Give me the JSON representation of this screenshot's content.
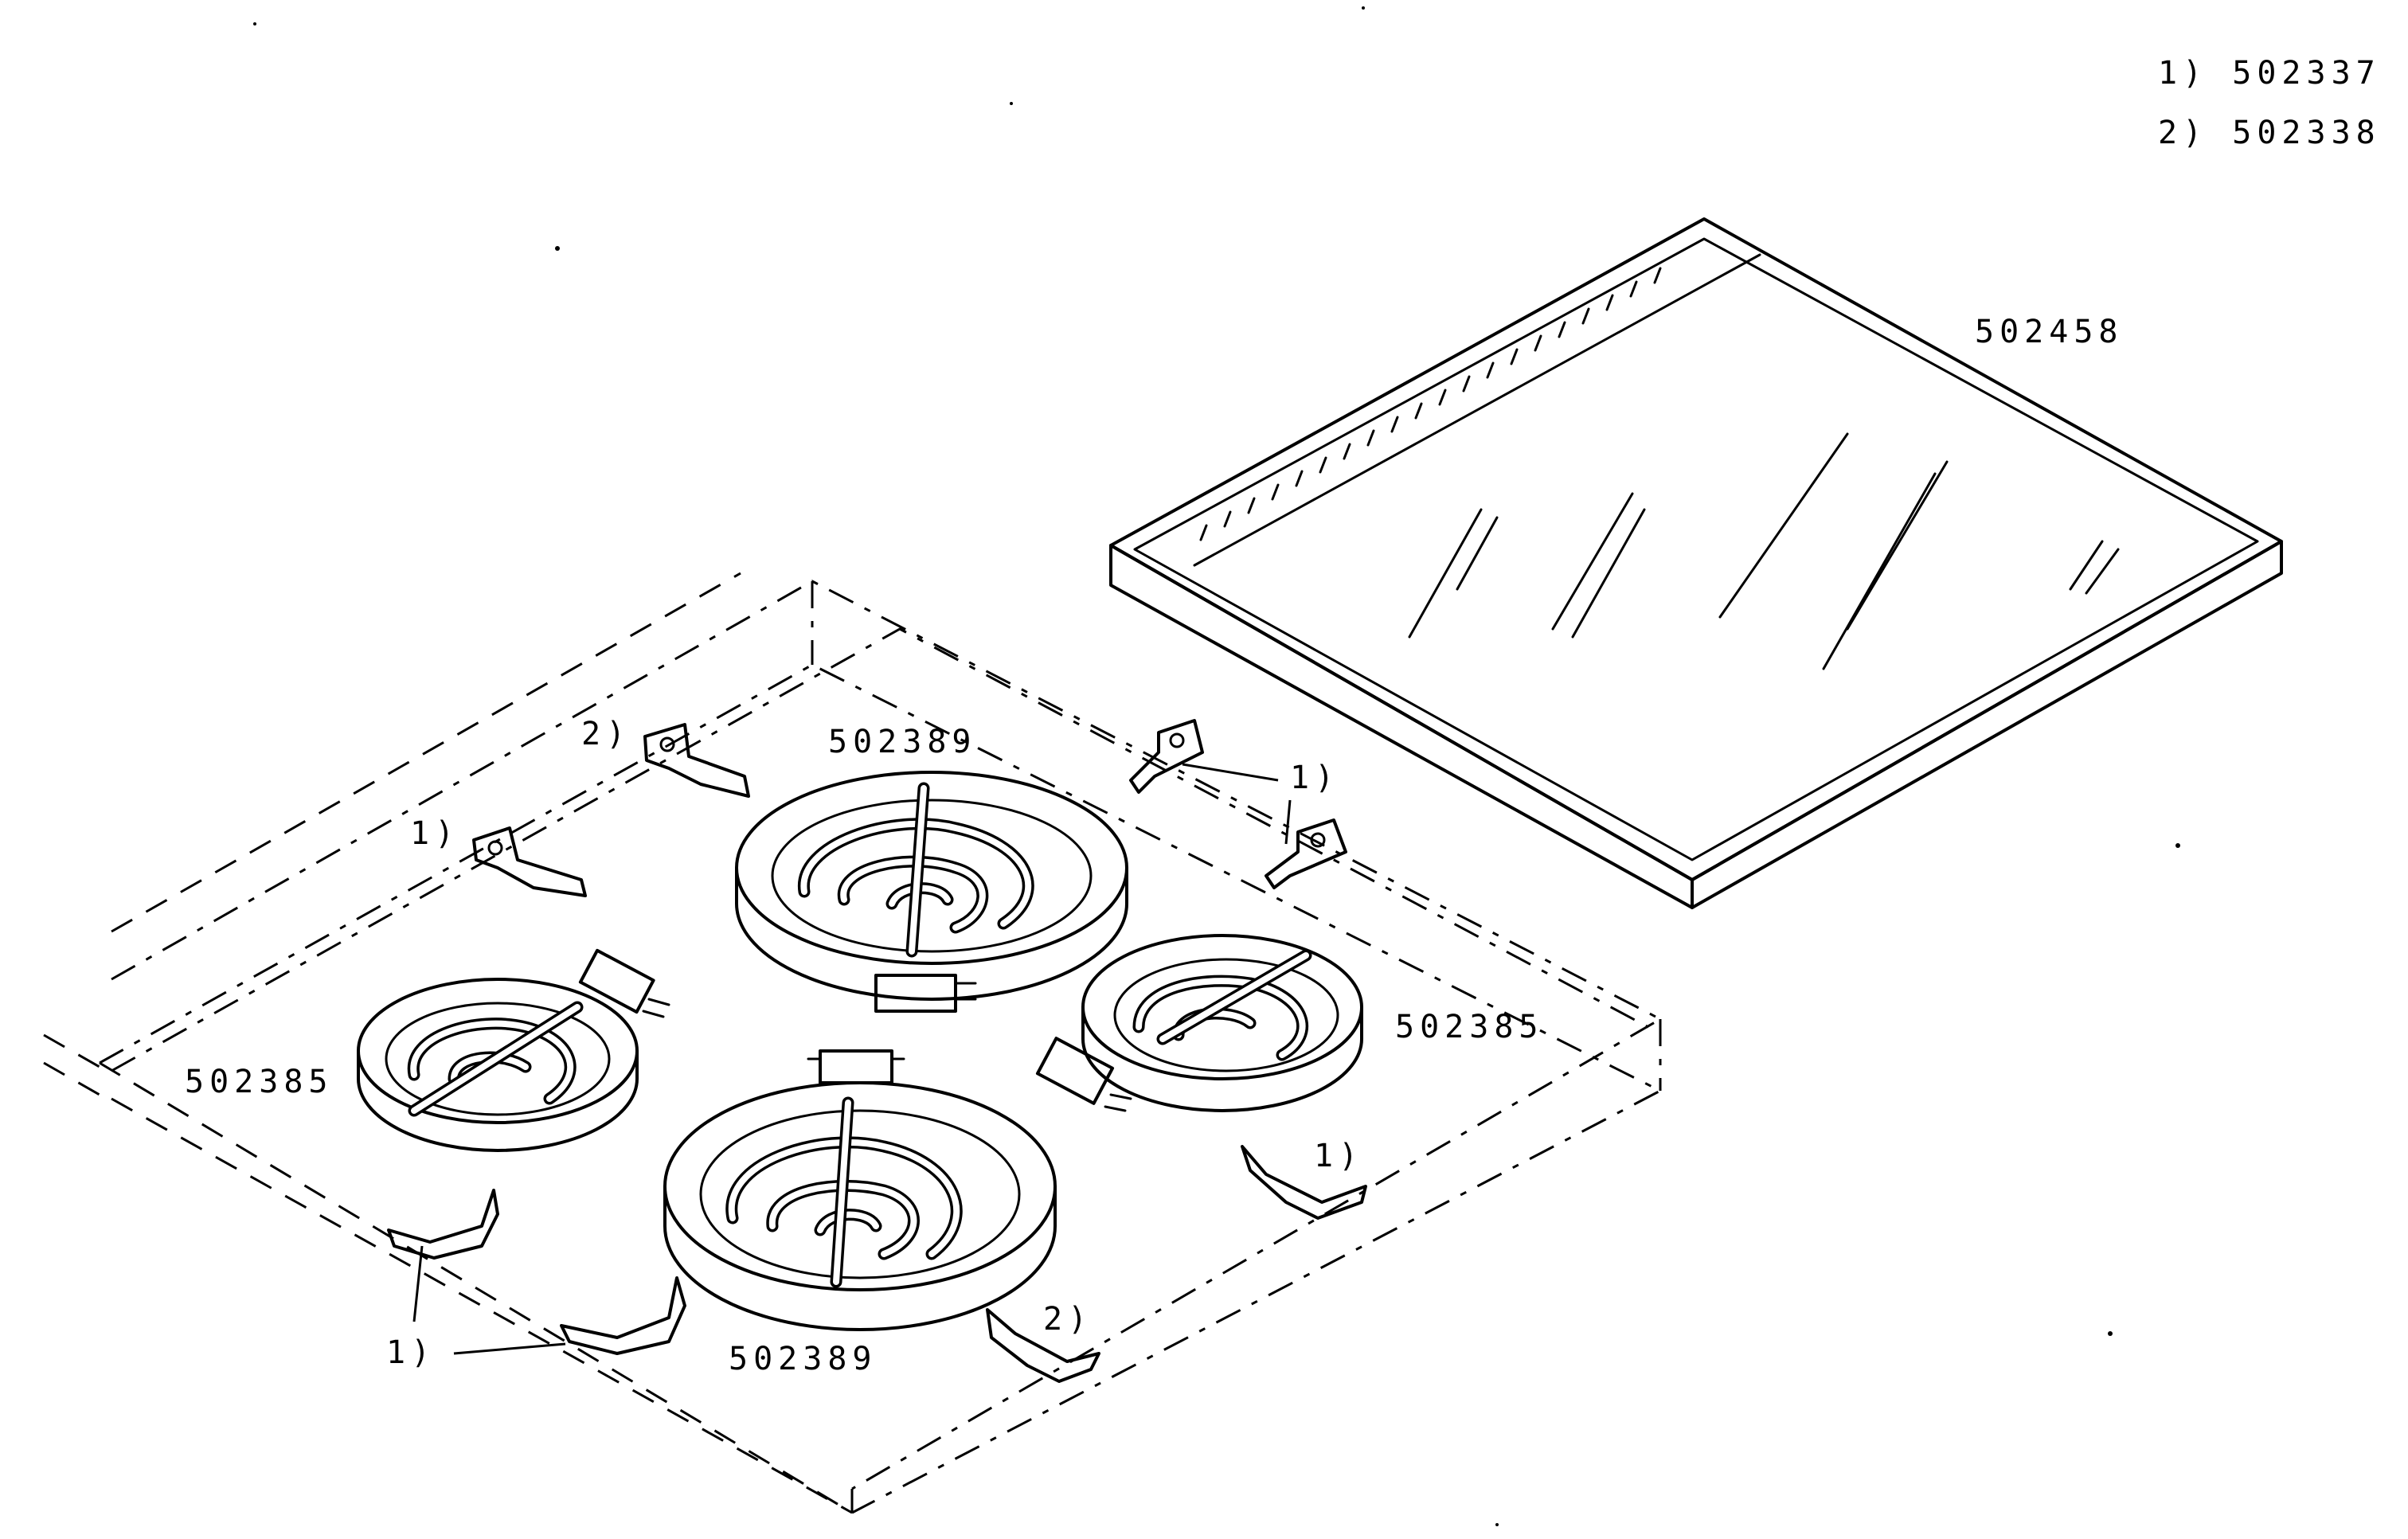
{
  "legend": {
    "item1": "1)  502337",
    "item2": "2)  502338"
  },
  "parts": {
    "glass_top": "502458",
    "burner_rear_large": "502389",
    "burner_front_large": "502389",
    "burner_left_small": "502385",
    "burner_right_small": "502385"
  },
  "callouts": {
    "c_rear_left": "2)",
    "c_left": "1)",
    "c_rear_right": "1)",
    "c_front_right": "1)",
    "c_front_mid": "2)",
    "c_front_left": "1)"
  }
}
